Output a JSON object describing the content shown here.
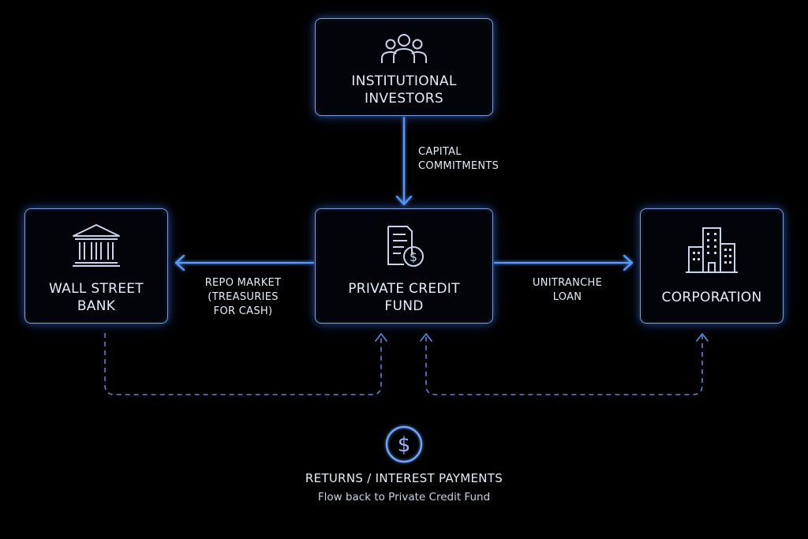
{
  "nodes": {
    "investors": {
      "label": "INSTITUTIONAL\nINVESTORS",
      "icon": "people-group-icon"
    },
    "fund": {
      "label": "PRIVATE CREDIT\nFUND",
      "icon": "document-dollar-icon"
    },
    "bank": {
      "label": "WALL STREET\nBANK",
      "icon": "bank-building-icon"
    },
    "corporation": {
      "label": "CORPORATION",
      "icon": "office-buildings-icon"
    }
  },
  "edges": {
    "capital_commitments": {
      "label": "CAPITAL\nCOMMITMENTS",
      "from": "investors",
      "to": "fund"
    },
    "repo_market": {
      "label": "REPO MARKET\n(TREASURIES\nFOR CASH)",
      "from": "fund",
      "to": "bank"
    },
    "unitranche_loan": {
      "label": "UNITRANCHE\nLOAN",
      "from": "fund",
      "to": "corporation"
    },
    "returns_from_bank": {
      "from": "bank",
      "to": "fund",
      "style": "dashed"
    },
    "returns_from_corporation": {
      "from": "corporation",
      "to": "fund",
      "style": "dashed"
    }
  },
  "returns": {
    "icon": "dollar-coin-icon",
    "title": "RETURNS / INTEREST PAYMENTS",
    "subtitle": "Flow back to Private Credit Fund"
  },
  "colors": {
    "background": "#000000",
    "box_border": "#7f9fd6",
    "arrow": "#5b9bff",
    "dashed": "#5a83d4",
    "text": "#e6ecf6"
  }
}
